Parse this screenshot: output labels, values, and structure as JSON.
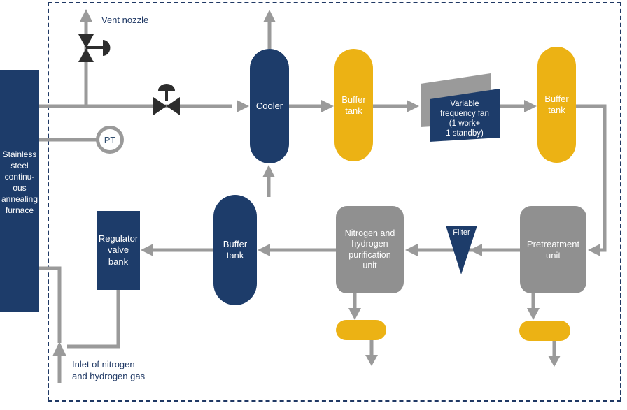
{
  "colors": {
    "navy": "#1d3c6a",
    "yellow": "#ecb214",
    "unit_gray": "#909090",
    "pipe_gray": "#9a9a9a",
    "valve_dark": "#2d2d2d",
    "label_text": "#1f3864",
    "dashed_border": "#1f3864"
  },
  "labels": {
    "vent_nozzle": "Vent nozzle",
    "inlet_gas": "Inlet of nitrogen\nand hydrogen gas",
    "pressure_transmitter": "PT"
  },
  "nodes": {
    "furnace": "Stainless\nsteel\ncontinu-\nous\nannealing\nfurnace",
    "cooler": "Cooler",
    "buffer_tank_top_left": "Buffer\ntank",
    "fan": "Variable\nfrequency fan\n(1 work+\n1 standby)",
    "buffer_tank_top_right": "Buffer\ntank",
    "pretreatment_unit": "Pretreatment\nunit",
    "filter": "Filter",
    "purification_unit": "Nitrogen and\nhydrogen\npurification\nunit",
    "buffer_tank_bottom": "Buffer\ntank",
    "regulator_valve_bank": "Regulator\nvalve\nbank"
  },
  "icons": {
    "vent_valve": "actuated-valve-icon",
    "line_valve": "actuated-valve-icon",
    "pressure_transmitter": "pt-instrument-icon"
  }
}
